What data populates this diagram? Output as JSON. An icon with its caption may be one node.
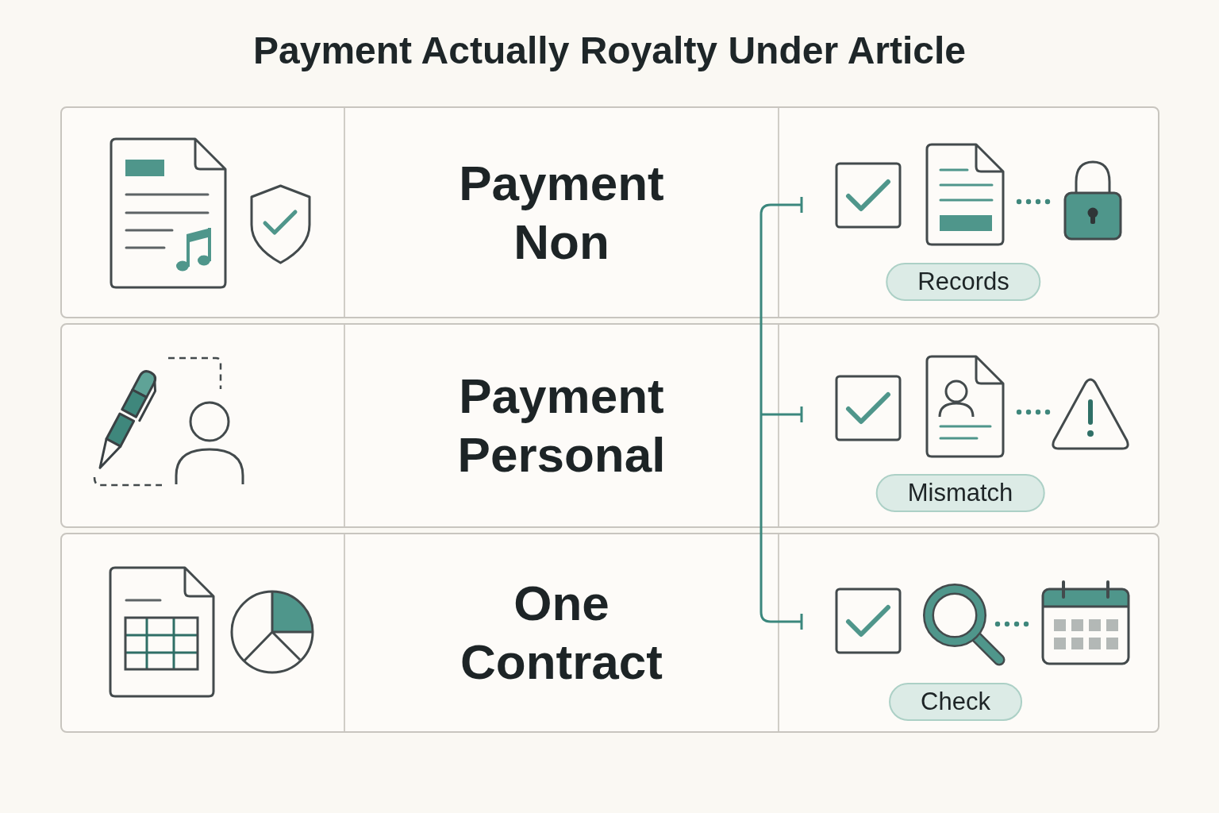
{
  "diagram": {
    "title": "Payment Actually Royalty Under Article",
    "nodes": [
      {
        "text": [
          "Payment Non"
        ]
      },
      {
        "text": [
          "Records"
        ]
      },
      {
        "text": [
          "Payment Personal"
        ]
      },
      {
        "text": [
          "Mismatch"
        ]
      },
      {
        "text": [
          "One Contract"
        ]
      },
      {
        "text": [
          "Check"
        ]
      }
    ]
  }
}
